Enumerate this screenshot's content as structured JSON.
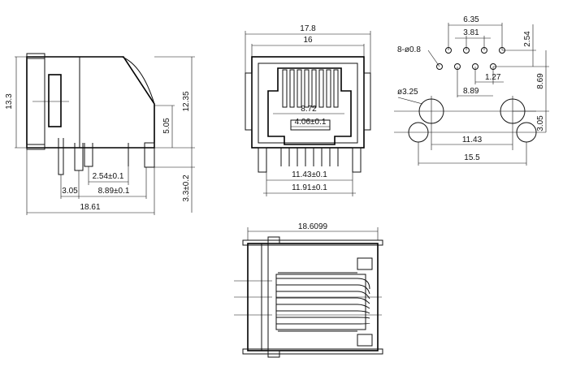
{
  "views": {
    "side": {
      "dims": {
        "height_total": "13.3",
        "height_upper": "12.35",
        "pin_height": "5.05",
        "pin_tail": "3.3±0.2",
        "pin_pitch": "2.54±0.1",
        "pin_offset": "3.05",
        "pin_span": "8.89±0.1",
        "overall_length": "18.61"
      }
    },
    "front": {
      "dims": {
        "overall_width": "17.8",
        "inner_width": "16",
        "opening_width": "8.72",
        "tab_width": "4.06±0.1",
        "pcb_span": "11.43±0.1",
        "bottom_span": "11.91±0.1"
      }
    },
    "footprint": {
      "dims": {
        "pin_span_top": "6.35",
        "pin_pitch_top": "3.81",
        "row_offset": "2.54",
        "pin_hole": "8-ø0.8",
        "pin_pitch_bottom": "1.27",
        "pin_span_bottom": "8.89",
        "mount_hole": "ø3.25",
        "mount_to_pin": "8.69",
        "mount_span": "11.43",
        "post_offset": "3.05",
        "post_span": "15.5"
      }
    },
    "bottom": {
      "dims": {
        "overall_length": "18.6099"
      }
    }
  }
}
